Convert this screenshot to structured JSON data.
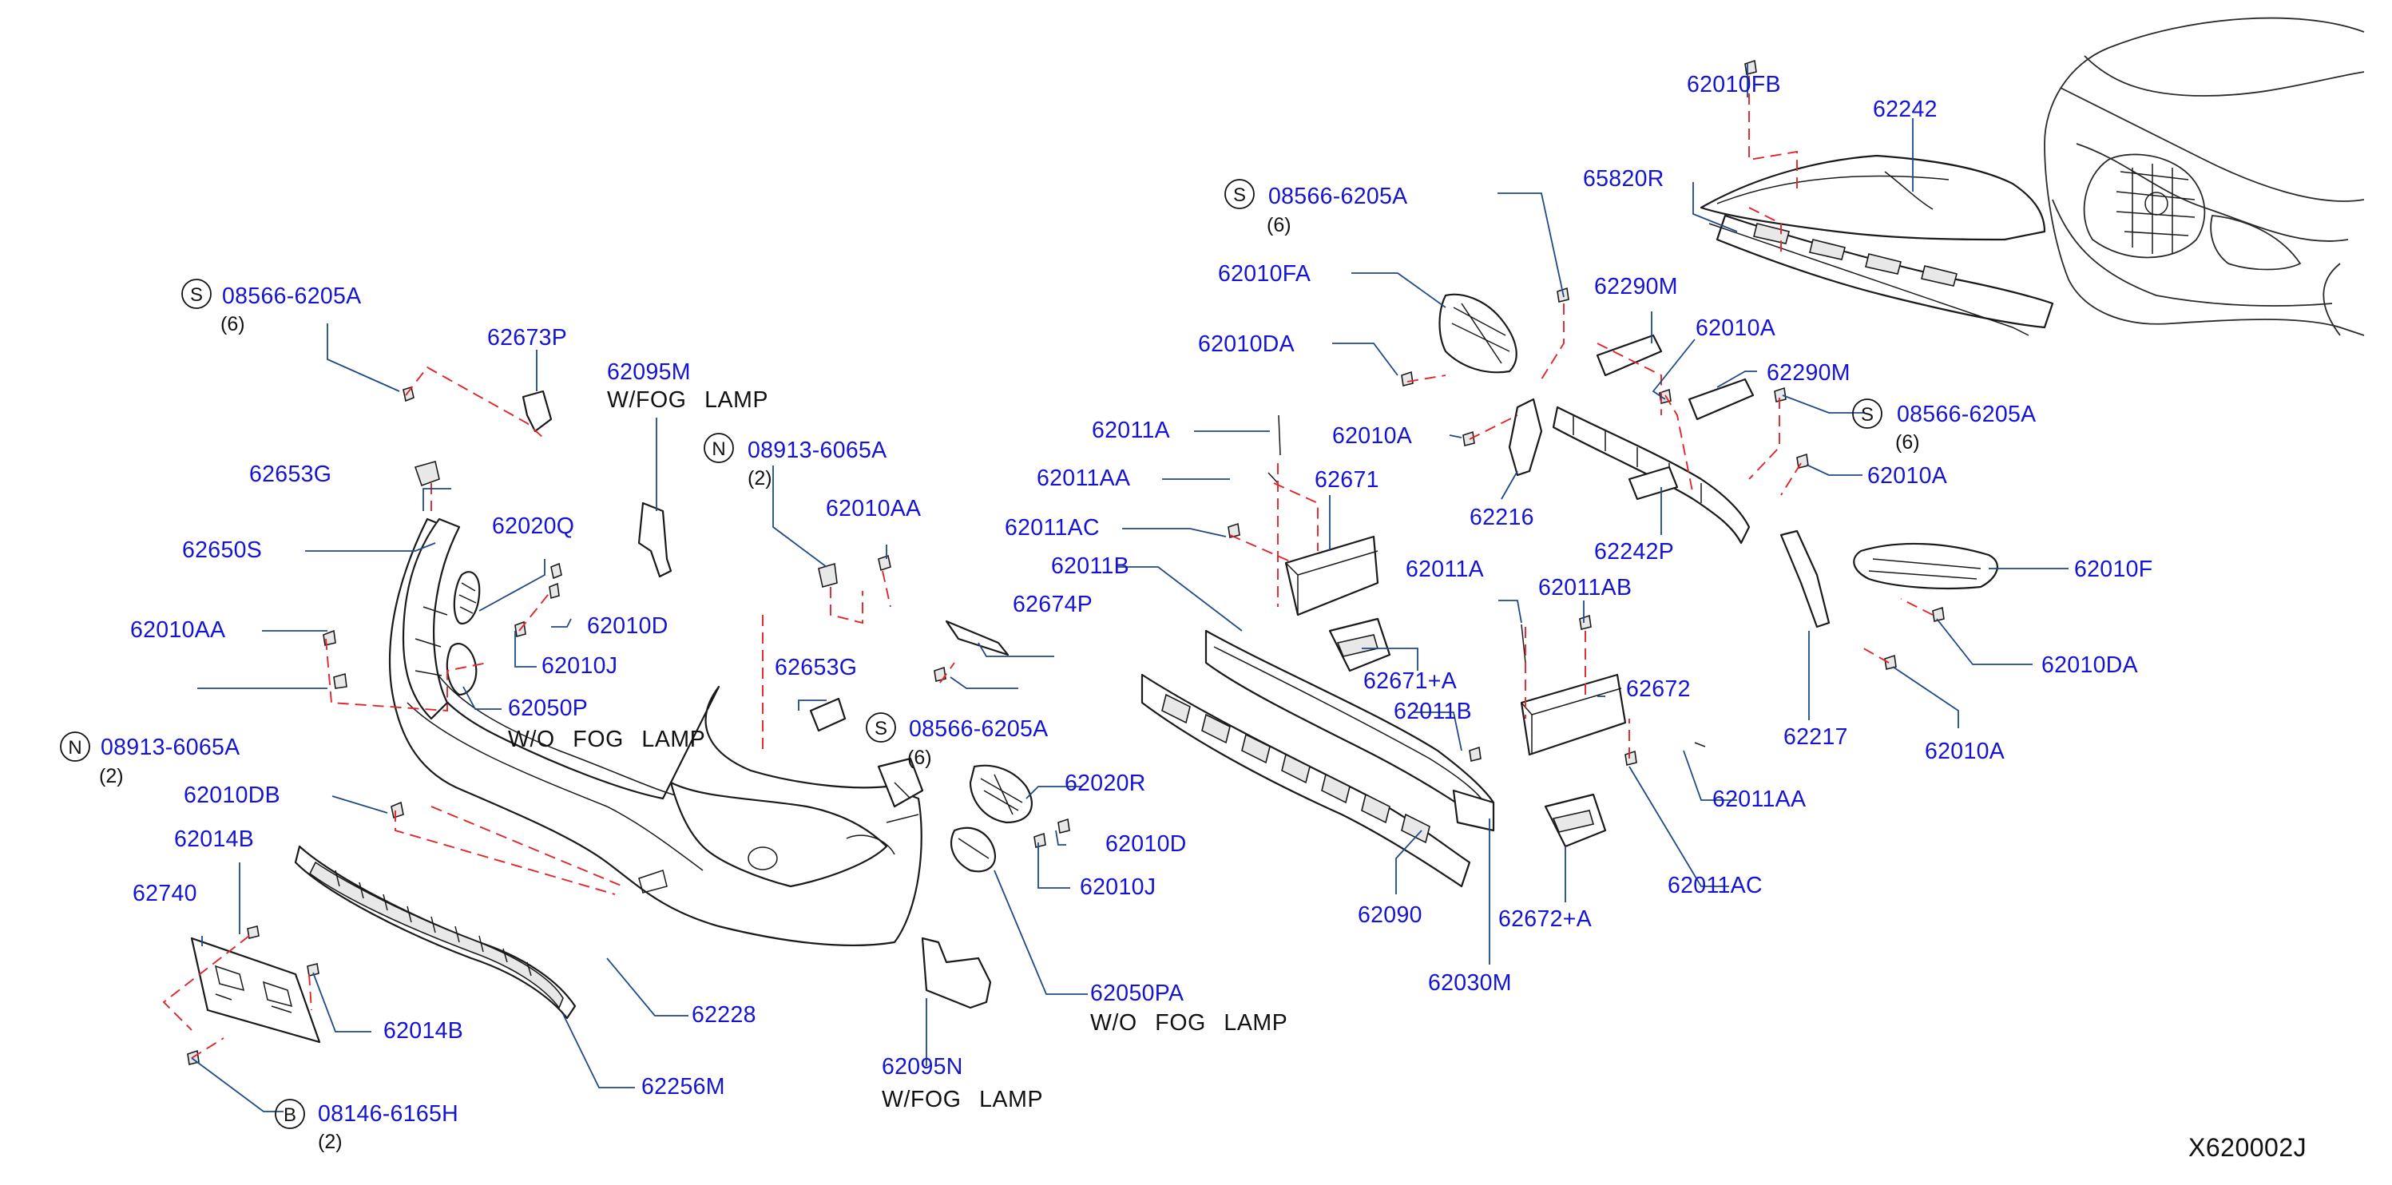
{
  "diagram_id": "X620002J",
  "callouts": {
    "c1": "08566-6205A",
    "c1_badge": "S",
    "c1_qty": "(6)",
    "c2": "62673P",
    "c3": "62095M",
    "c3_note": "W/FOG  LAMP",
    "c4": "08913-6065A",
    "c4_badge": "N",
    "c4_qty": "(2)",
    "c5": "62653G",
    "c6": "62010AA",
    "c7": "62650S",
    "c8": "62020Q",
    "c9": "62010AA",
    "c10": "62010D",
    "c11": "62010J",
    "c12": "62050P",
    "c12_note": "W/O  FOG  LAMP",
    "c13": "08913-6065A",
    "c13_badge": "N",
    "c13_qty": "(2)",
    "c14": "62010DB",
    "c15": "62014B",
    "c16": "62740",
    "c17": "62014B",
    "c18": "08146-6165H",
    "c18_badge": "B",
    "c18_qty": "(2)",
    "c19": "62256M",
    "c20": "62228",
    "c21": "62653G",
    "c22": "08566-6205A",
    "c22_badge": "S",
    "c22_qty": "(6)",
    "c23": "62674P",
    "c24": "62020R",
    "c25": "62010D",
    "c26": "62010J",
    "c27": "62050PA",
    "c27_note": "W/O  FOG  LAMP",
    "c28": "62095N",
    "c28_note": "W/FOG  LAMP",
    "c29": "62011A",
    "c30": "62011AA",
    "c31": "62011AC",
    "c32": "62011B",
    "c33": "62671",
    "c34": "62671+A",
    "c35": "62011A",
    "c36": "62011AB",
    "c37": "62011B",
    "c38": "62672",
    "c39": "62011AA",
    "c40": "62011AC",
    "c41": "62672+A",
    "c42": "62090",
    "c43": "62030M",
    "c44": "08566-6205A",
    "c44_badge": "S",
    "c44_qty": "(6)",
    "c45": "62010FA",
    "c46": "62010DA",
    "c47": "62010A",
    "c48": "62216",
    "c49": "62290M",
    "c50": "62010A",
    "c51": "62290M",
    "c52": "08566-6205A",
    "c52_badge": "S",
    "c52_qty": "(6)",
    "c53": "62010A",
    "c54": "62242P",
    "c55": "62010FB",
    "c56": "62242",
    "c57": "65820R",
    "c58": "62010F",
    "c59": "62010DA",
    "c60": "62217",
    "c61": "62010A"
  }
}
